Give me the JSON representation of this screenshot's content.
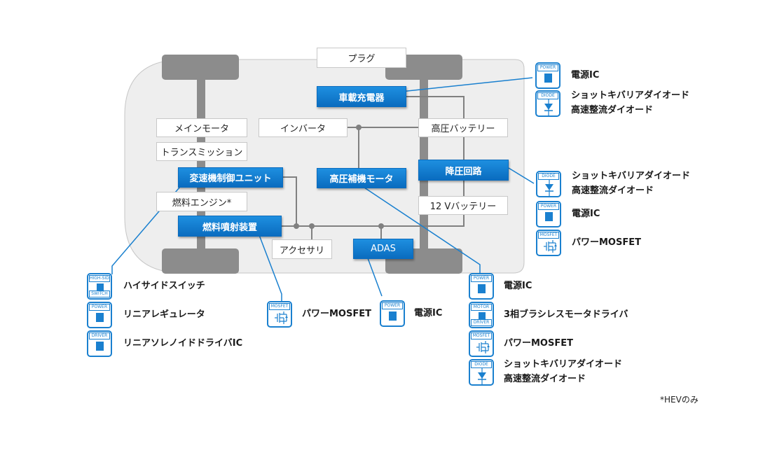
{
  "diagram": {
    "boxes": {
      "plug": "プラグ",
      "onboard_charger": "車載充電器",
      "main_motor": "メインモータ",
      "inverter": "インバータ",
      "hv_battery": "高圧バッテリー",
      "transmission": "トランスミッション",
      "tcu": "変速機制御ユニット",
      "aux_motor": "高圧補機モータ",
      "dcdc": "降圧回路",
      "engine": "燃料エンジン*",
      "battery_12v": "12 Vバッテリー",
      "injector": "燃料噴射装置",
      "accessory": "アクセサリ",
      "adas": "ADAS"
    },
    "products": {
      "charger": [
        {
          "chip": "power",
          "label": "電源IC"
        },
        {
          "chip": "diode",
          "label": "ショットキバリアダイオード",
          "label2": "高速整流ダイオード"
        }
      ],
      "dcdc": [
        {
          "chip": "diode",
          "label": "ショットキバリアダイオード",
          "label2": "高速整流ダイオード"
        },
        {
          "chip": "power",
          "label": "電源IC"
        },
        {
          "chip": "mosfet",
          "label": "パワーMOSFET"
        }
      ],
      "tcu": [
        {
          "chip": "highside",
          "label": "ハイサイドスイッチ"
        },
        {
          "chip": "power",
          "label": "リニアレギュレータ"
        },
        {
          "chip": "driver",
          "label": "リニアソレノイドドライバIC"
        }
      ],
      "injector": [
        {
          "chip": "mosfet",
          "label": "パワーMOSFET"
        }
      ],
      "adas": [
        {
          "chip": "power",
          "label": "電源IC"
        }
      ],
      "aux_motor": [
        {
          "chip": "power",
          "label": "電源IC"
        },
        {
          "chip": "motordriver",
          "label": "3相ブラシレスモータドライバ"
        },
        {
          "chip": "mosfet",
          "label": "パワーMOSFET"
        },
        {
          "chip": "diode",
          "label": "ショットキバリアダイオード",
          "label2": "高速整流ダイオード"
        }
      ]
    },
    "chip_tags": {
      "power": "POWER",
      "diode": "DIODE",
      "mosfet": "MOSFET",
      "highside_top": "HIGH-SIDE",
      "highside_bot": "SWITCH",
      "driver": "DRIVER",
      "motor_top": "MOTOR",
      "motor_bot": "DRIVER"
    },
    "footnote": "*HEVのみ"
  },
  "colors": {
    "accent": "#0a6cbf",
    "accent_light": "#1e8fe0",
    "chip_border": "#1a80cf",
    "wire": "#808080",
    "body_fill": "#eeeeee",
    "wheel": "#8c8c8c"
  }
}
